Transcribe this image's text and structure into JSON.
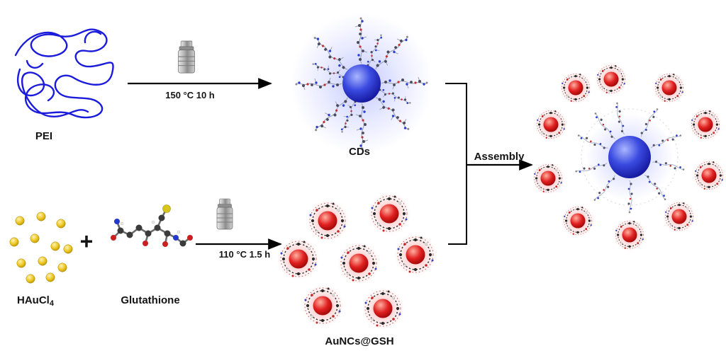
{
  "scheme": {
    "reagents": {
      "pei": "PEI",
      "haucl4_base": "HAuCl",
      "haucl4_subscript": "4",
      "plus": "+",
      "glutathione": "Glutathione"
    },
    "products": {
      "cds": "CDs",
      "auncs": "AuNCs@GSH"
    },
    "steps": {
      "step1_conditions": "150 °C 10 h",
      "step2_conditions": "110 °C 1.5 h",
      "assembly": "Assembly"
    },
    "colors": {
      "background": "#ffffff",
      "pei_polymer": "#1b1bdb",
      "cd_core": "#0a0a8c",
      "cd_glow": "#8c96ff",
      "gold_ion": "#edc520",
      "aunc_core": "#cc1010",
      "aunc_glow": "#ff7878",
      "arrow": "#000000"
    }
  }
}
